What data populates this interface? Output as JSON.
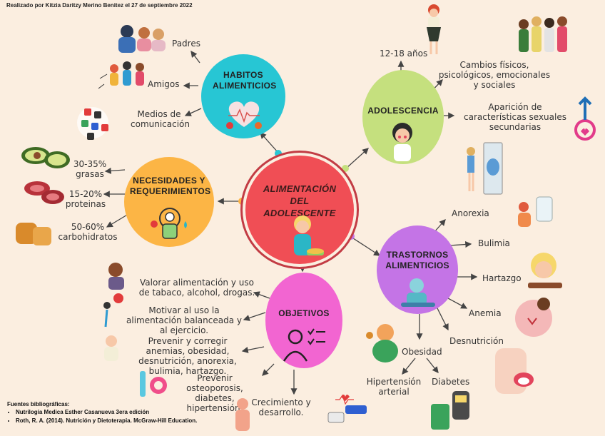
{
  "author": "Realizado por Kitzia Daritzy Merino Benitez el 27 de septiembre 2022",
  "center": {
    "title": "ALIMENTACIÓN DEL ADOLESCENTE"
  },
  "habitos": {
    "title": "HABITOS ALIMENTICIOS",
    "items": [
      "Padres",
      "Amigos",
      "Medios de comunicación"
    ]
  },
  "adolescencia": {
    "title": "ADOLESCENCIA",
    "items": [
      "12-18 años",
      "Cambios físicos, psicológicos, emocionales y sociales",
      "Aparición de características sexuales secundarias"
    ]
  },
  "necesidades": {
    "title": "NECESIDADES Y REQUERIMIENTOS",
    "items": [
      "30-35% grasas",
      "15-20% proteinas",
      "50-60% carbohidratos"
    ]
  },
  "trastornos": {
    "title": "TRASTORNOS ALIMENTICIOS",
    "items": [
      "Anorexia",
      "Bulimia",
      "Hartazgo",
      "Anemia",
      "Desnutrición",
      "Obesidad",
      "Hipertensión arterial",
      "Diabetes"
    ]
  },
  "objetivos": {
    "title": "OBJETIVOS",
    "items": [
      "Valorar alimentación y uso de tabaco, alcohol, drogas.",
      "Motivar al uso la alimentación balanceada y al ejercicio.",
      "Prevenir y corregir anemias, obesidad, desnutrición, anorexia, bulimia, hartazgo.",
      "Prevenir osteoporosis, diabetes, hipertensión.",
      "Crecimiento y desarrollo."
    ]
  },
  "sources": {
    "heading": "Fuentes bibliográficas:",
    "items": [
      "Nutrilogía Medica Esther Casanueva 3era edición",
      "Roth, R. A. (2014). Nutrición y Dietoterapia. McGraw-Hill Education."
    ]
  },
  "colors": {
    "background": "#fbeee0",
    "center": "#f04e55",
    "habitos": "#27c6d4",
    "adolescencia": "#c5e07e",
    "necesidades": "#fcb545",
    "trastornos": "#c474e6",
    "objetivos": "#f265d1"
  }
}
